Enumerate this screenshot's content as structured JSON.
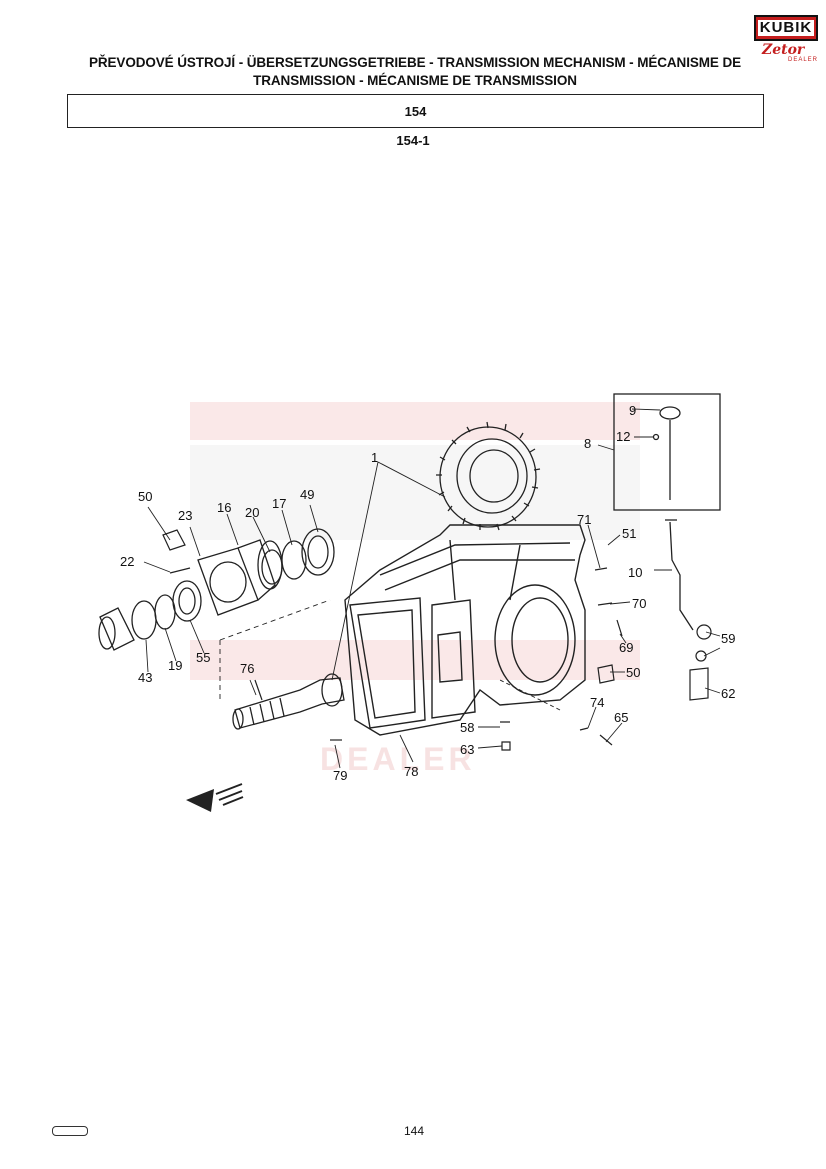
{
  "header": {
    "title": "PŘEVODOVÉ ÚSTROJÍ - ÜBERSETZUNGSGETRIEBE - TRANSMISSION MECHANISM - MÉCANISME DE TRANSMISSION - MÉCANISME DE TRANSMISSION",
    "section": "154",
    "subsection": "154-1"
  },
  "logo": {
    "brand": "KUBIK",
    "maker": "Zetor",
    "tag": "DEALER",
    "color": "#c41e1e"
  },
  "watermark": {
    "text": "DEALER",
    "color": "#f3d0d0"
  },
  "part_labels": [
    "1",
    "8",
    "9",
    "12",
    "10",
    "50",
    "23",
    "16",
    "20",
    "17",
    "49",
    "22",
    "43",
    "19",
    "55",
    "76",
    "79",
    "78",
    "71",
    "51",
    "70",
    "69",
    "50",
    "59",
    "62",
    "74",
    "65",
    "58",
    "63"
  ],
  "footer": {
    "page": "144"
  }
}
